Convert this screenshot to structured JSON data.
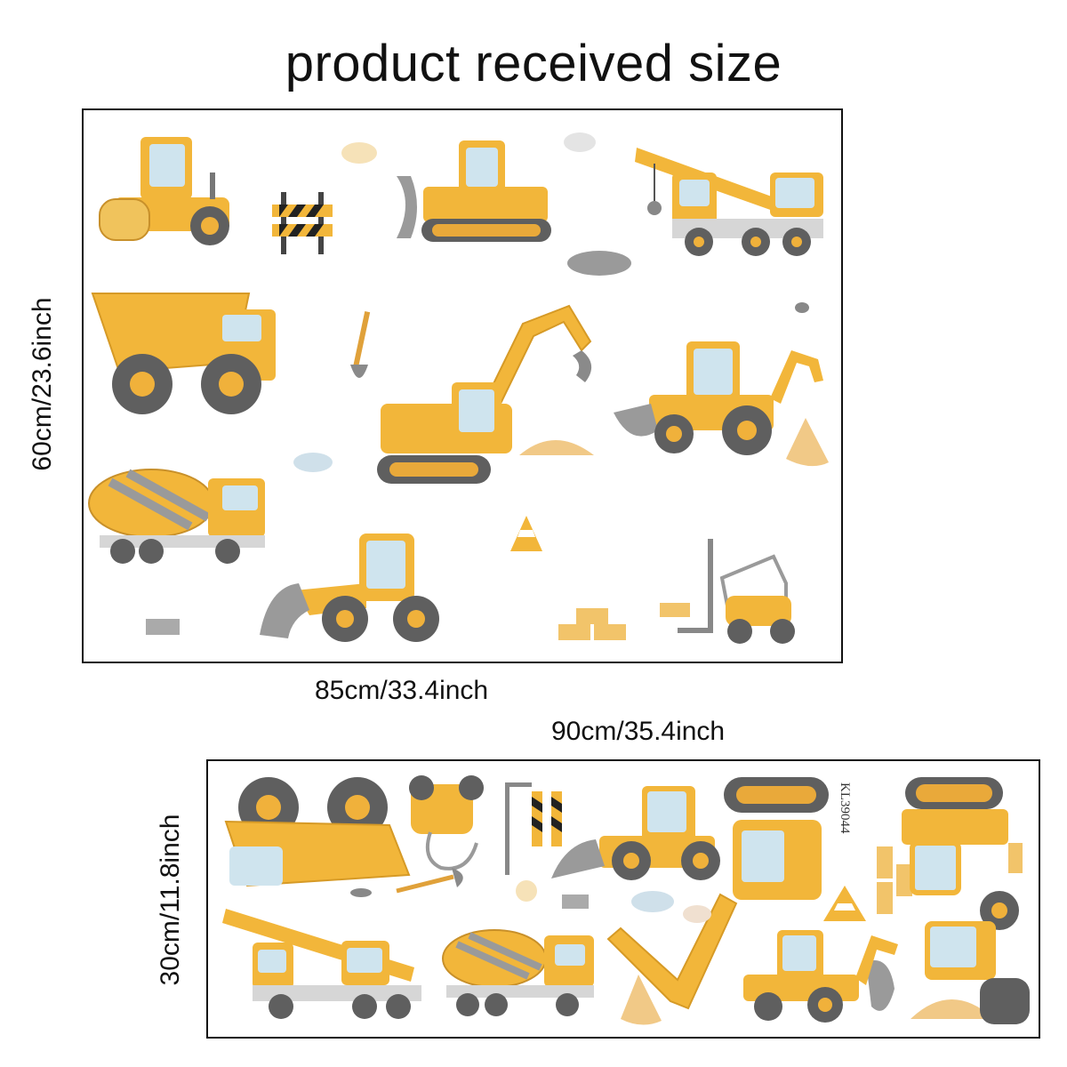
{
  "title": "product received size",
  "top_sheet": {
    "width_label": "85cm/33.4inch",
    "height_label": "60cm/23.6inch"
  },
  "bottom_sheet": {
    "width_label": "90cm/35.4inch",
    "height_label": "30cm/11.8inch",
    "code": "KL39044"
  },
  "colors": {
    "body": "#f2b63a",
    "body_dark": "#e09a1f",
    "glass": "#cfe4ee",
    "tire": "#5f5f5f",
    "hub": "#f0b13b",
    "metal": "#9a9a9a",
    "stripe": "#222222",
    "sand": "#f1c987",
    "cloud": "#cfe0ea"
  },
  "icons": [
    "road-roller-icon",
    "road-barrier-icon",
    "bulldozer-icon",
    "crane-truck-icon",
    "dump-truck-icon",
    "shovel-icon",
    "excavator-icon",
    "backhoe-loader-icon",
    "cement-mixer-icon",
    "wheel-loader-icon",
    "traffic-cone-icon",
    "forklift-icon",
    "brick-icon",
    "cloud-icon",
    "rock-icon",
    "sand-pile-icon"
  ]
}
